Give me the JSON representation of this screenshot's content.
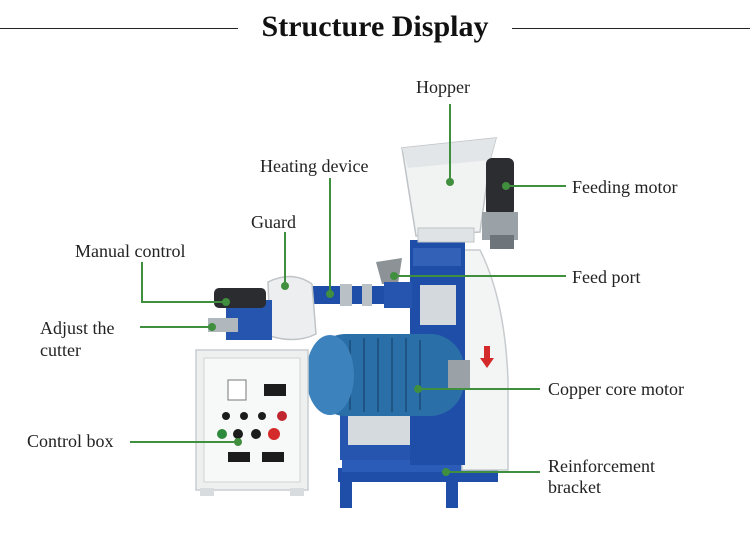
{
  "header": {
    "title": "Structure Display"
  },
  "labels": {
    "hopper": "Hopper",
    "heating_device": "Heating device",
    "guard": "Guard",
    "manual_control": "Manual control",
    "adjust_cutter_line1": "Adjust the",
    "adjust_cutter_line2": "cutter",
    "control_box": "Control box",
    "feeding_motor": "Feeding motor",
    "feed_port": "Feed port",
    "copper_core_motor": "Copper core motor",
    "reinforcement_line1": "Reinforcement",
    "reinforcement_line2": "bracket"
  },
  "colors": {
    "leader_line": "#3f8f3f",
    "machine_blue": "#1f4ea8",
    "motor_blue": "#2a6fa8",
    "panel_white": "#eef0f0",
    "metal_gray": "#c9cfd4"
  }
}
